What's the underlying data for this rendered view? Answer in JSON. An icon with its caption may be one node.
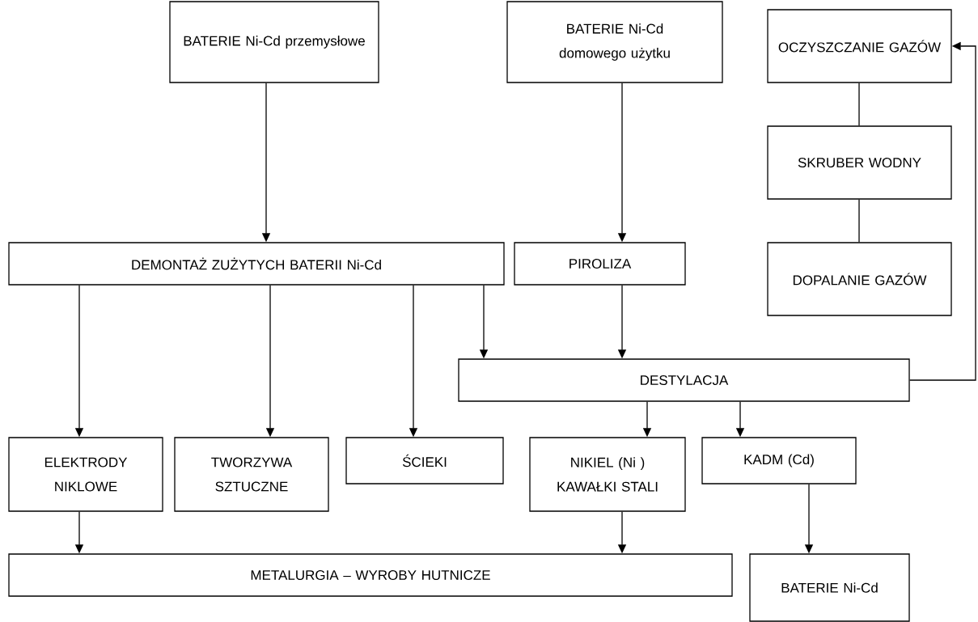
{
  "diagram": {
    "nodes": [
      {
        "text": [
          "BATERIE Ni-Cd przemysłowe"
        ]
      },
      {
        "text": [
          "BATERIE Ni-Cd domowego użytku"
        ]
      },
      {
        "text": [
          "OCZYSZCZANIE GAZÓW"
        ]
      },
      {
        "text": [
          "SKRUBER WODNY"
        ]
      },
      {
        "text": [
          "DEMONTAŻ ZUŻYTYCH BATERII Ni-Cd"
        ]
      },
      {
        "text": [
          "PIROLIZA"
        ]
      },
      {
        "text": [
          "DOPALANIE GAZÓW"
        ]
      },
      {
        "text": [
          "DESTYLACJA"
        ]
      },
      {
        "text": [
          "ELEKTRODY NIKLOWE"
        ]
      },
      {
        "text": [
          "TWORZYWA SZTUCZNE"
        ]
      },
      {
        "text": [
          "ŚCIEKI"
        ]
      },
      {
        "text": [
          "NIKIEL (Ni ) KAWAŁKI STALI"
        ]
      },
      {
        "text": [
          "KADM (Cd)"
        ]
      },
      {
        "text": [
          "METALURGIA – WYROBY HUTNICZE"
        ]
      },
      {
        "text": [
          "BATERIE Ni-Cd"
        ]
      }
    ],
    "edges": [
      {
        "from": 0,
        "to": 4,
        "arrow": "to"
      },
      {
        "from": 1,
        "to": 5,
        "arrow": "to"
      },
      {
        "from": 2,
        "to": 3,
        "arrow": "none"
      },
      {
        "from": 3,
        "to": 6,
        "arrow": "none"
      },
      {
        "from": 4,
        "to": 8,
        "arrow": "to"
      },
      {
        "from": 4,
        "to": 9,
        "arrow": "to"
      },
      {
        "from": 4,
        "to": 10,
        "arrow": "to"
      },
      {
        "from": 4,
        "to": 7,
        "arrow": "to"
      },
      {
        "from": 5,
        "to": 7,
        "arrow": "to"
      },
      {
        "from": 7,
        "to": 11,
        "arrow": "to"
      },
      {
        "from": 7,
        "to": 12,
        "arrow": "to"
      },
      {
        "from": 7,
        "to": 2,
        "arrow": "to"
      },
      {
        "from": 8,
        "to": 13,
        "arrow": "to"
      },
      {
        "from": 11,
        "to": 13,
        "arrow": "to"
      },
      {
        "from": 12,
        "to": 14,
        "arrow": "to"
      }
    ]
  }
}
